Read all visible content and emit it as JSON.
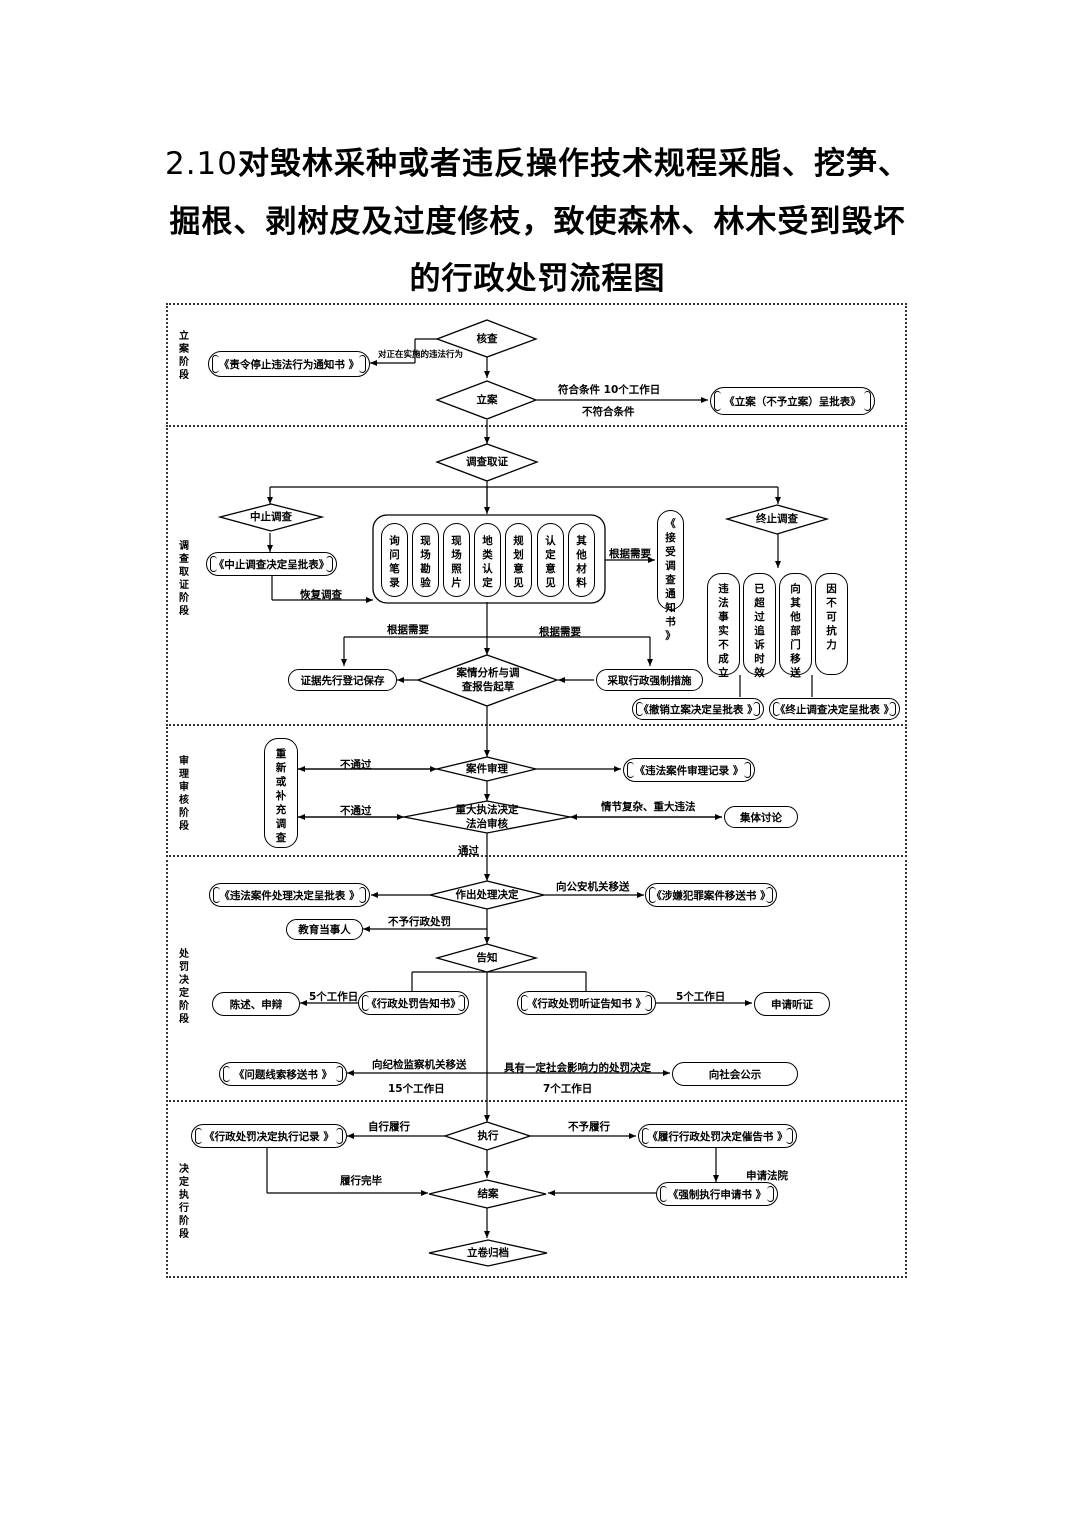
{
  "title": {
    "number": "2.10",
    "line1": "对毁林采种或者违反操作技术规程采脂、挖笋、",
    "line2": "掘根、剥树皮及过度修枝，致使森林、林木受到毁坏",
    "line3": "的行政处罚流程图"
  },
  "lanes": {
    "filing": "立案阶段",
    "investigation": "调查取证阶段",
    "review": "审理审核阶段",
    "decision": "处罚决定阶段",
    "execution": "决定执行阶段"
  },
  "nodes": {
    "verify": "核查",
    "order_stop": "《责令停止违法行为通知书 》",
    "file_case": "立案",
    "filing_form": "《立案（不予立案）呈批表》",
    "investigate": "调查取证",
    "suspend": "中止调查",
    "suspend_form": "《中止调查决定呈批表》",
    "terminate": "终止调查",
    "evidence_items": [
      "询问笔录",
      "现场勘验",
      "现场照片",
      "地类认定",
      "规划意见",
      "认定意见",
      "其他材料"
    ],
    "accept_notice": "《接受调查通知书》",
    "term_reasons": [
      "违法事实不成立",
      "已超过追诉时效",
      "向其他部门移送",
      "因不可抗力"
    ],
    "evidence_preserve": "证据先行登记保存",
    "analysis_line1": "案情分析与调",
    "analysis_line2": "查报告起草",
    "coercive": "采取行政强制措施",
    "revoke_form": "《撤销立案决定呈批表 》",
    "term_form": "《终止调查决定呈批表 》",
    "reinvestigate": "重新或补充调查",
    "case_review": "案件审理",
    "review_record": "《违法案件审理记录 》",
    "legal_line1": "重大执法决定",
    "legal_line2": "法治审核",
    "collective": "集体讨论",
    "make_decision": "作出处理决定",
    "handling_form": "《违法案件处理决定呈批表 》",
    "transfer_book": "《涉嫌犯罪案件移送书 》",
    "educate": "教育当事人",
    "notify": "告知",
    "statement": "陈述、申辩",
    "penalty_notice": "《行政处罚告知书》",
    "hearing_notice": "《行政处罚听证告知书 》",
    "apply_hearing": "申请听证",
    "clue_transfer": "《问题线索移送书 》",
    "publicize": "向社会公示",
    "execute": "执行",
    "exec_record": "《行政处罚决定执行记录 》",
    "urge_notice": "《履行行政处罚决定催告书 》",
    "close_case": "结案",
    "court_apply": "《强制执行申请书 》",
    "archive": "立卷归档"
  },
  "edges": {
    "ongoing": "对正在实施的违法行为",
    "meets": "符合条件 10个工作日",
    "not_meets": "不符合条件",
    "as_needed_1": "根据需要",
    "resume": "恢复调查",
    "as_needed_2": "根据需要",
    "as_needed_3": "根据需要",
    "fail_1": "不通过",
    "fail_2": "不通过",
    "complex": "情节复杂、重大违法",
    "pass": "通过",
    "to_police": "向公安机关移送",
    "no_penalty": "不予行政处罚",
    "days5_a": "5个工作日",
    "days5_b": "5个工作日",
    "to_discipline": "向纪检监察机关移送",
    "social_impact": "具有一定社会影响力的处罚决定",
    "days15": "15个工作日",
    "days7": "7个工作日",
    "self_perform": "自行履行",
    "not_perform": "不予履行",
    "done": "履行完毕",
    "court": "申请法院"
  }
}
